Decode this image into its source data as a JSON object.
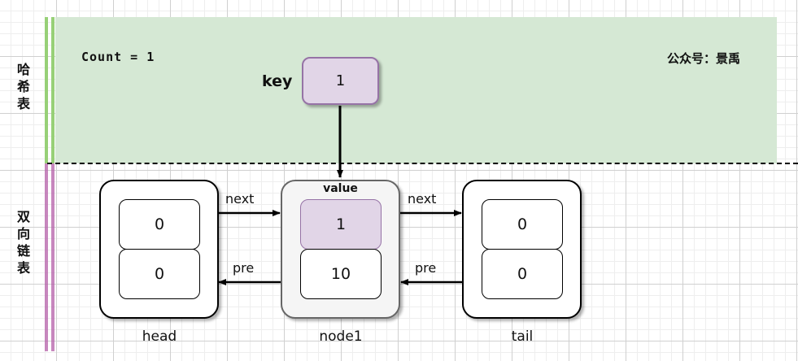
{
  "regions": {
    "hash_table": {
      "label": "哈希表",
      "fill": "#d5e8d4",
      "accent": "#97d077"
    },
    "linked_list": {
      "label": "双向链表",
      "accent": "#b45fa8"
    }
  },
  "annotations": {
    "count": "Count = 1",
    "brand": "公众号：景禹"
  },
  "key_entry": {
    "label": "key",
    "value": "1",
    "fill": "#e1d5e7",
    "stroke": "#9673a6"
  },
  "nodes": [
    {
      "caption": "head",
      "top_cell": "0",
      "bottom_cell": "0",
      "header": "",
      "highlight": false
    },
    {
      "caption": "node1",
      "top_cell": "1",
      "bottom_cell": "10",
      "header": "value",
      "highlight": true
    },
    {
      "caption": "tail",
      "top_cell": "0",
      "bottom_cell": "0",
      "header": "",
      "highlight": false
    }
  ],
  "edges": [
    {
      "label": "next",
      "from": "head",
      "to": "node1",
      "direction": "right"
    },
    {
      "label": "pre",
      "from": "node1",
      "to": "head",
      "direction": "left"
    },
    {
      "label": "next",
      "from": "node1",
      "to": "tail",
      "direction": "right"
    },
    {
      "label": "pre",
      "from": "tail",
      "to": "node1",
      "direction": "left"
    }
  ]
}
